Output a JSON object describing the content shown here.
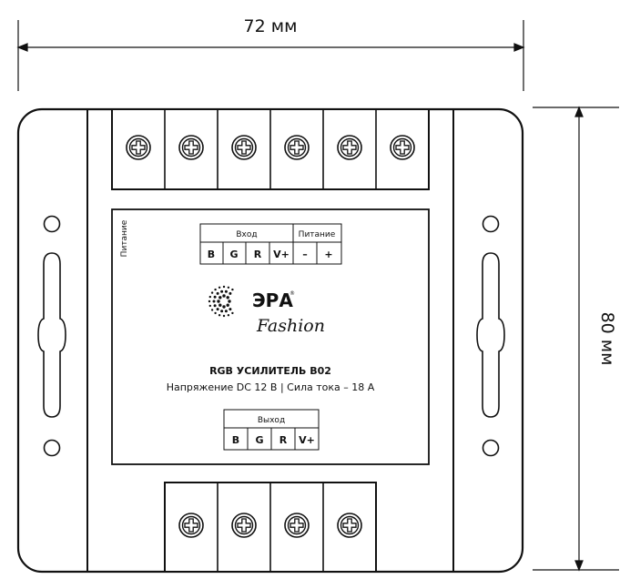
{
  "dimensions": {
    "width_label": "72 мм",
    "height_label": "80 мм"
  },
  "label": {
    "side_text": "Питание",
    "input_header": "Вход",
    "power_header": "Питание",
    "input_cells": [
      "B",
      "G",
      "R",
      "V+"
    ],
    "power_cells": [
      "–",
      "+"
    ],
    "brand_name": "ЭРА",
    "brand_mark": "®",
    "brand_script": "Fashion",
    "title": "RGB УСИЛИТЕЛЬ B02",
    "spec": "Напряжение DC 12 В | Сила тока – 18 А",
    "output_header": "Выход",
    "output_cells": [
      "B",
      "G",
      "R",
      "V+"
    ]
  },
  "terminals": {
    "top_count": 6,
    "bottom_count": 4
  }
}
